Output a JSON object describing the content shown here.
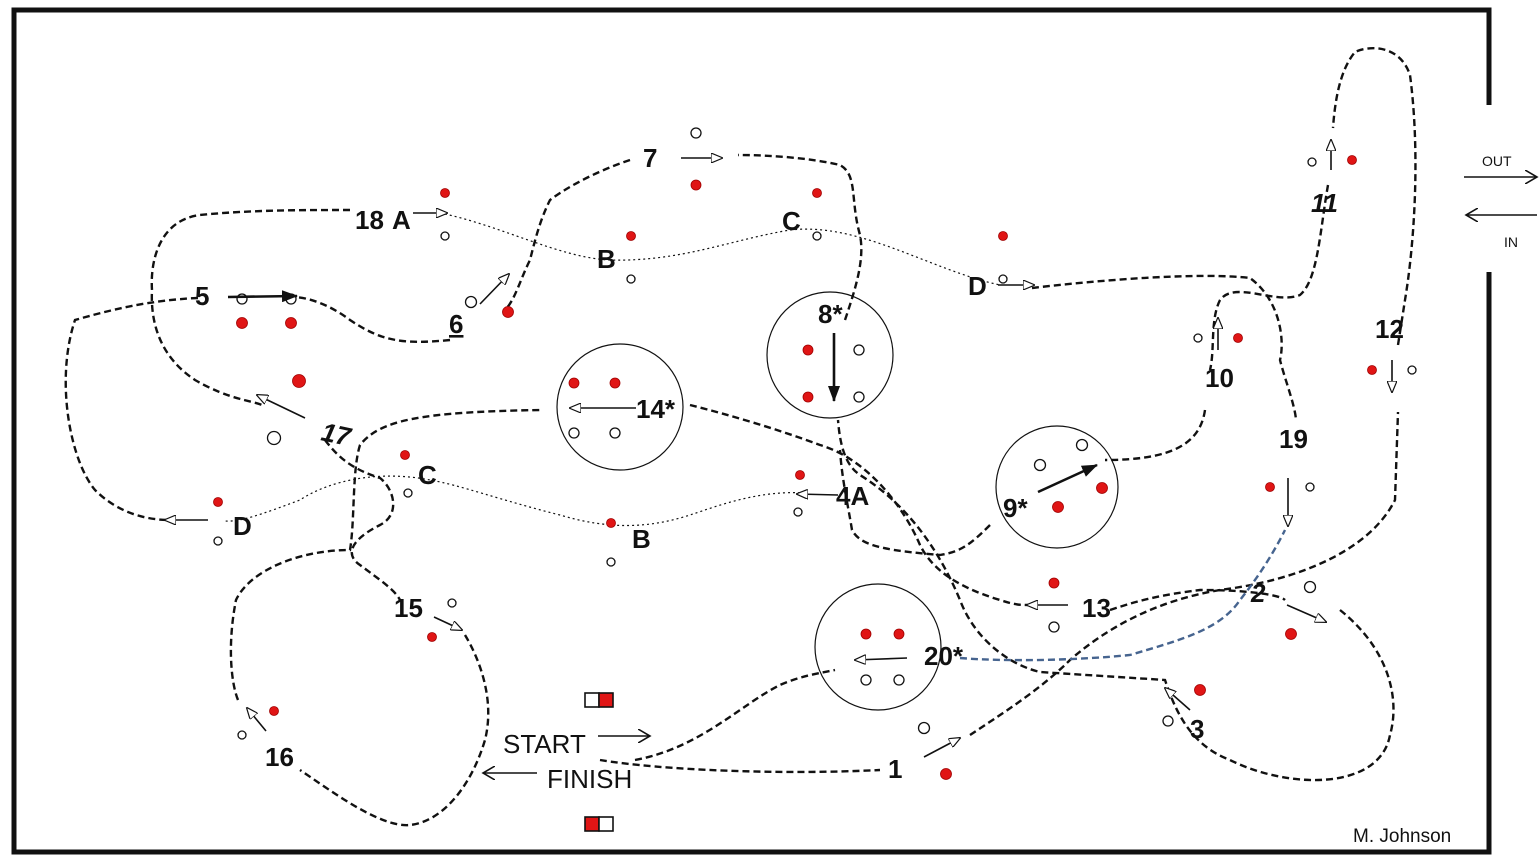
{
  "labels": {
    "o5": "5",
    "o6": "6",
    "o7": "7",
    "o8": "8*",
    "o9": "9*",
    "o10": "10",
    "o11": "11",
    "o12": "12",
    "o13": "13",
    "o14": "14*",
    "o15": "15",
    "o16": "16",
    "o17": "17",
    "o18": "18",
    "o18a": "A",
    "o18b": "B",
    "o18c": "C",
    "o18d": "D",
    "o19": "19",
    "o20": "20*",
    "o1": "1",
    "o2": "2",
    "o3": "3",
    "o4a": "4A",
    "o4b": "B",
    "o4c": "C",
    "o4d": "D"
  },
  "start_label": "START",
  "finish_label": "FINISH",
  "out_label": "OUT",
  "in_label": "IN",
  "credit": "M. Johnson",
  "colors": {
    "red_cone": "#e01515",
    "blue_path": "#46648f",
    "line": "#111111"
  }
}
